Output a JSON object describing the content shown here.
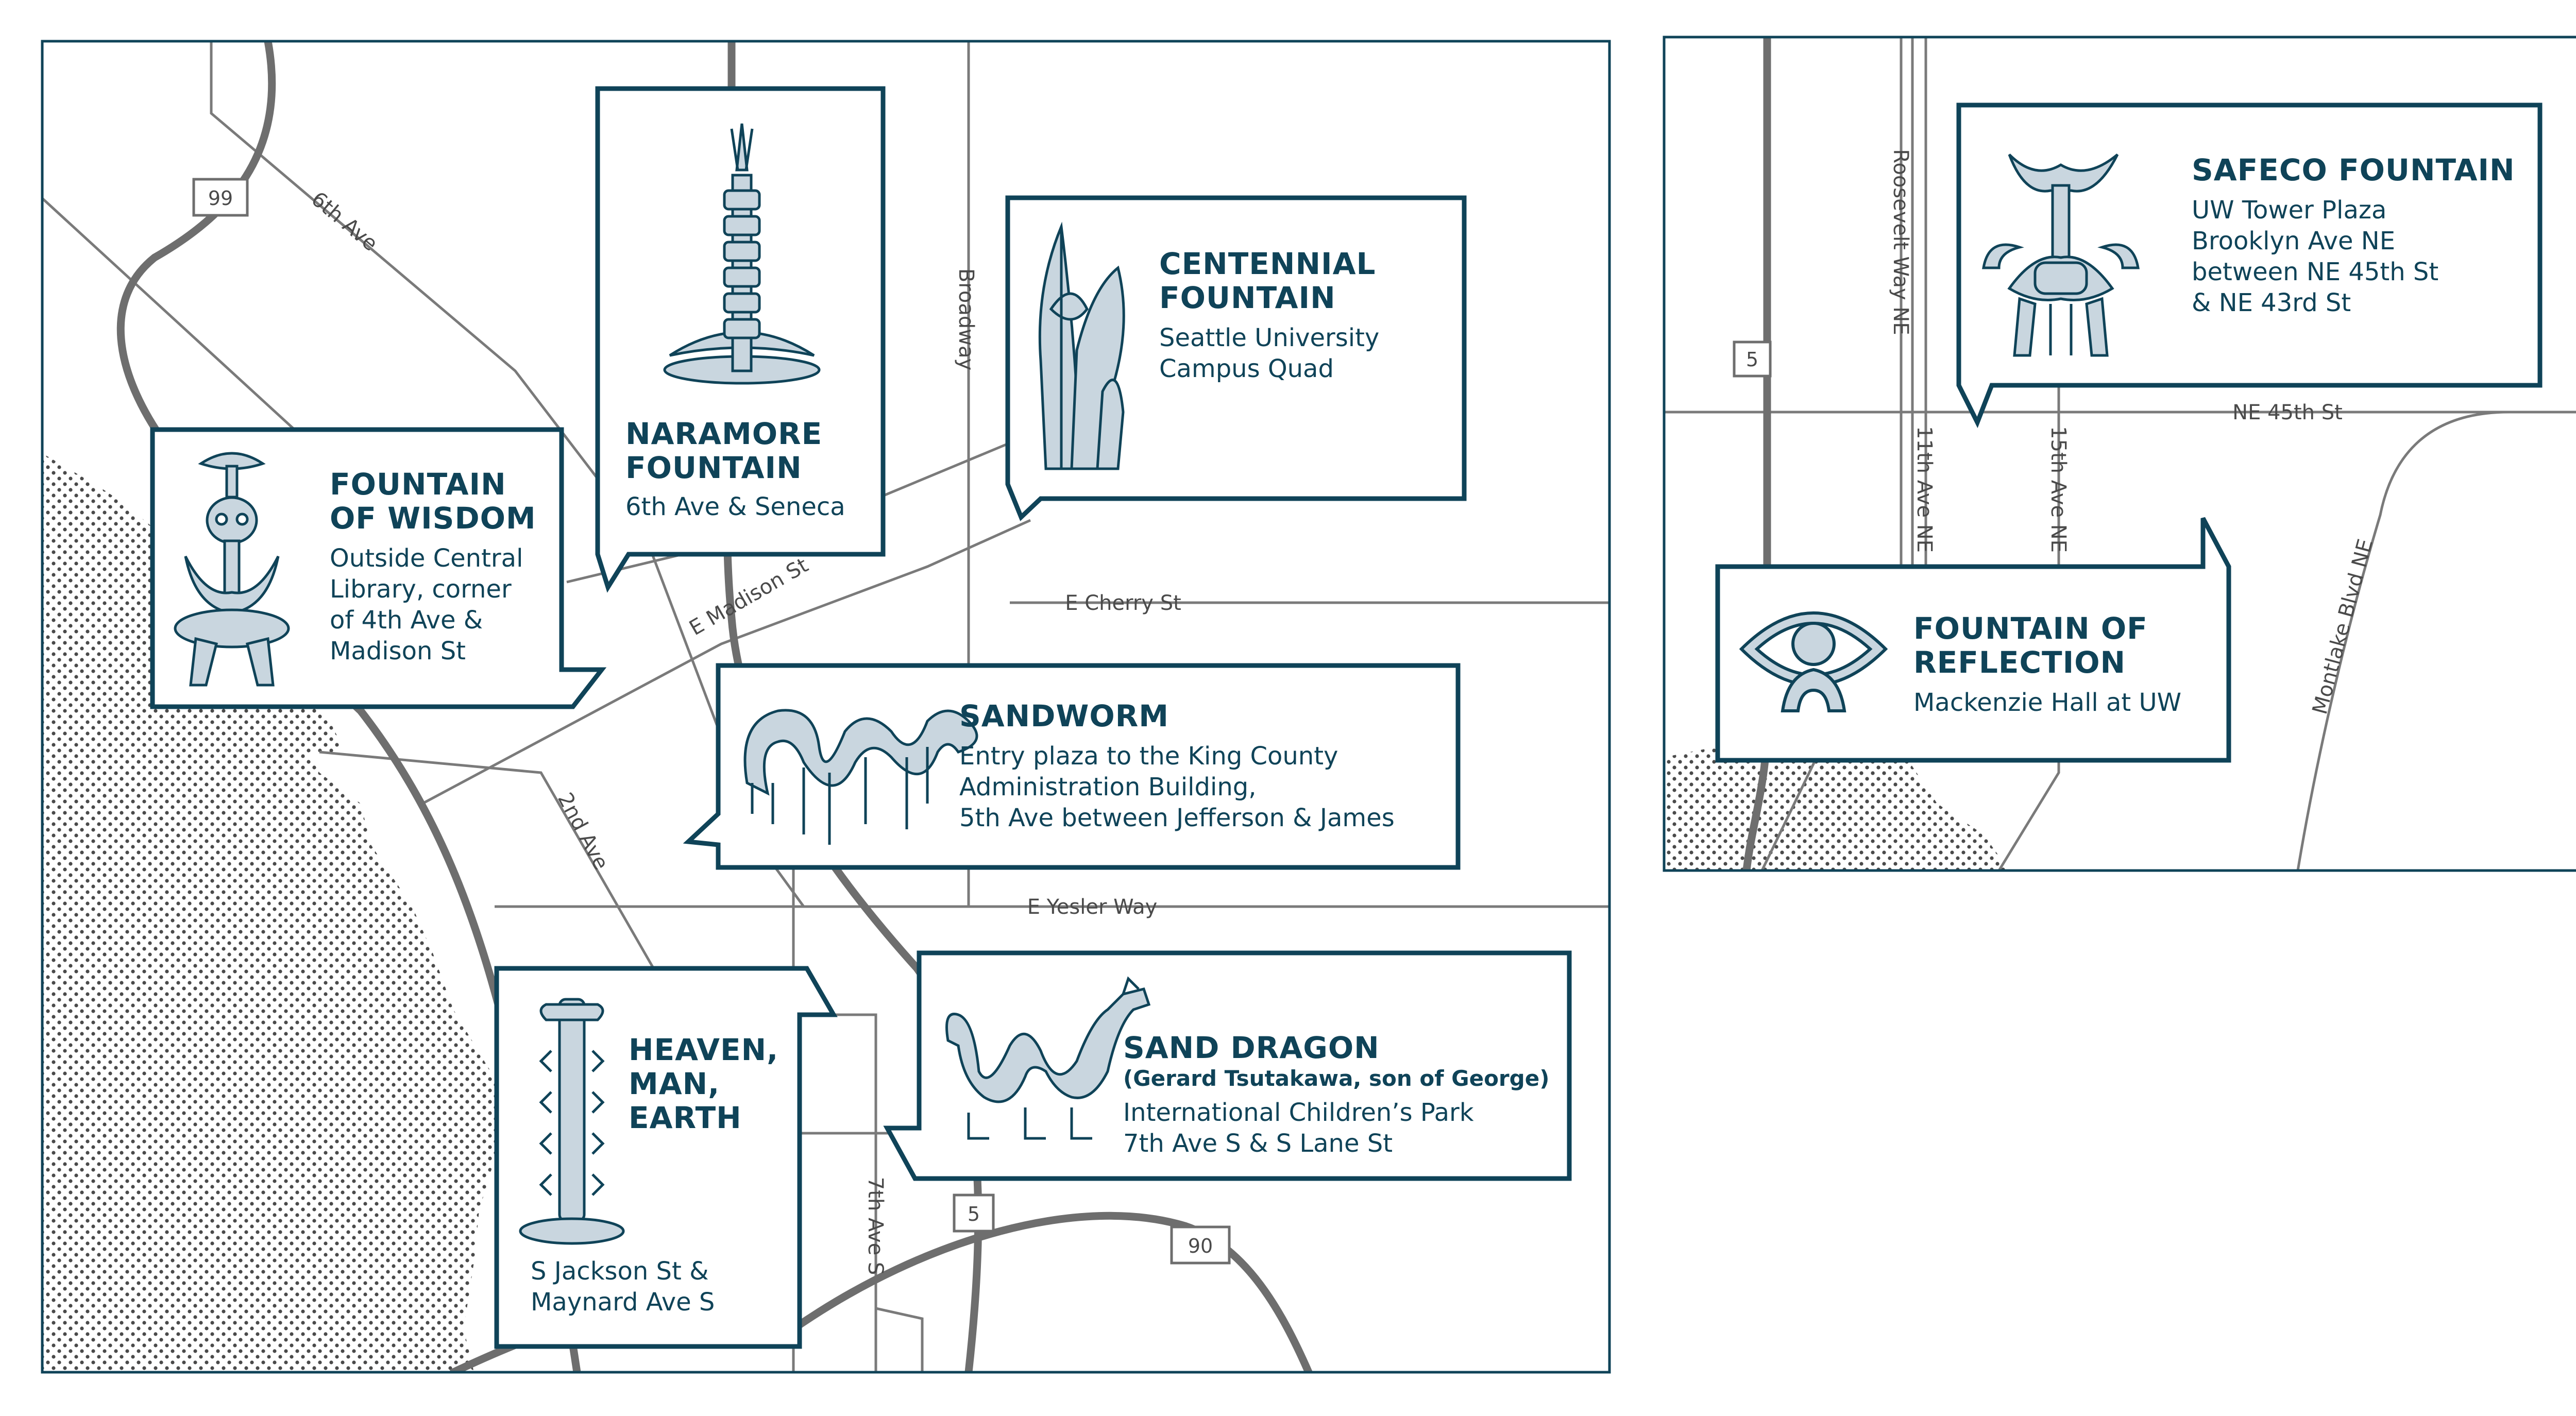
{
  "colors": {
    "accent": "#0f4358",
    "icon_fill": "#c9d6df",
    "road_major": "#6e6e6e",
    "road_minor": "#7a7a7a",
    "water_dots": "#4a4a4a"
  },
  "main_map": {
    "highways": [
      "99",
      "5",
      "90"
    ],
    "streets": {
      "sixth_ave": "6th Ave",
      "broadway": "Broadway",
      "e_madison": "E Madison St",
      "e_cherry": "E Cherry St",
      "second_ave": "2nd Ave",
      "e_yesler": "E Yesler Way",
      "seventh_ave_s": "7th Ave S"
    }
  },
  "inset_map": {
    "highways": [
      "5"
    ],
    "streets": {
      "roosevelt": "Roosevelt Way NE",
      "ne_45th": "NE 45th St",
      "eleventh": "11th Ave NE",
      "fifteenth": "15th Ave NE",
      "montlake": "Montlake Blvd NE"
    }
  },
  "fountains": {
    "naramore": {
      "title1": "NARAMORE",
      "title2": "FOUNTAIN",
      "desc1": "6th Ave & Seneca",
      "icon": "naramore-fountain-icon"
    },
    "centennial": {
      "title1": "CENTENNIAL",
      "title2": "FOUNTAIN",
      "desc1": "Seattle University",
      "desc2": "Campus Quad",
      "icon": "centennial-fountain-icon"
    },
    "wisdom": {
      "title1": "FOUNTAIN",
      "title2": "OF WISDOM",
      "desc1": "Outside Central",
      "desc2": "Library, corner",
      "desc3": "of 4th Ave &",
      "desc4": "Madison St",
      "icon": "wisdom-fountain-icon"
    },
    "sandworm": {
      "title1": "SANDWORM",
      "desc1": "Entry plaza to the King County",
      "desc2": "Administration Building,",
      "desc3": "5th Ave between Jefferson & James",
      "icon": "sandworm-icon"
    },
    "heaven": {
      "title1": "HEAVEN,",
      "title2": "MAN,",
      "title3": "EARTH",
      "desc1": "S Jackson St &",
      "desc2": "Maynard Ave S",
      "icon": "heaven-man-earth-icon"
    },
    "dragon": {
      "title1": "SAND DRAGON",
      "subtitle": "(Gerard Tsutakawa, son of George)",
      "desc1": "International Children’s Park",
      "desc2": "7th Ave S & S Lane St",
      "icon": "sand-dragon-icon"
    },
    "safeco": {
      "title1": "SAFECO FOUNTAIN",
      "desc1": "UW Tower Plaza",
      "desc2": "Brooklyn Ave NE",
      "desc3": "between NE 45th St",
      "desc4": "& NE 43rd St",
      "icon": "safeco-fountain-icon"
    },
    "reflection": {
      "title1": "FOUNTAIN OF",
      "title2": "REFLECTION",
      "desc1": "Mackenzie Hall at UW",
      "icon": "reflection-eye-icon"
    }
  }
}
